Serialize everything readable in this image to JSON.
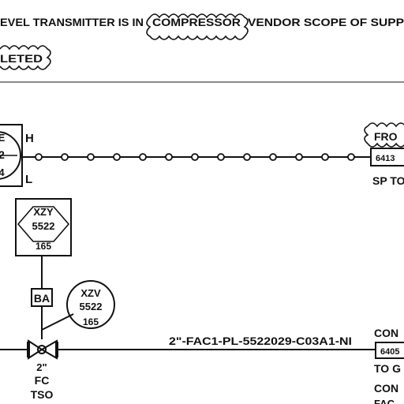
{
  "note": {
    "line1_prefix": "EVEL TRANSMITTER IS IN",
    "line1_cloud": "COMPRESSOR",
    "line1_suffix": "VENDOR SCOPE OF SUPP",
    "line2_cloud": "LETED"
  },
  "transmitter": {
    "tag_line1": "2",
    "high_label": "H",
    "low_label": "L"
  },
  "signal_from": {
    "label": "FRO",
    "tag": "6413",
    "caption": "SP TO"
  },
  "interlock": {
    "name": "XZY",
    "number": "5522",
    "sub": "165"
  },
  "actuator": {
    "label": "BA"
  },
  "valve_instrument": {
    "name": "XZV",
    "number": "5522",
    "sub": "165"
  },
  "valve": {
    "size": "2\"",
    "fail_position": "FC",
    "type": "TSO"
  },
  "pipe": {
    "line_number": "2\"-FAC1-PL-5522029-C03A1-NI"
  },
  "continuation": {
    "label": "CON",
    "tag": "6405",
    "to_line": "TO G",
    "label2": "CON",
    "fac_text": "FAC"
  },
  "colors": {
    "ink": "#111111",
    "divider": "#8a8a8a",
    "background": "#ffffff"
  }
}
